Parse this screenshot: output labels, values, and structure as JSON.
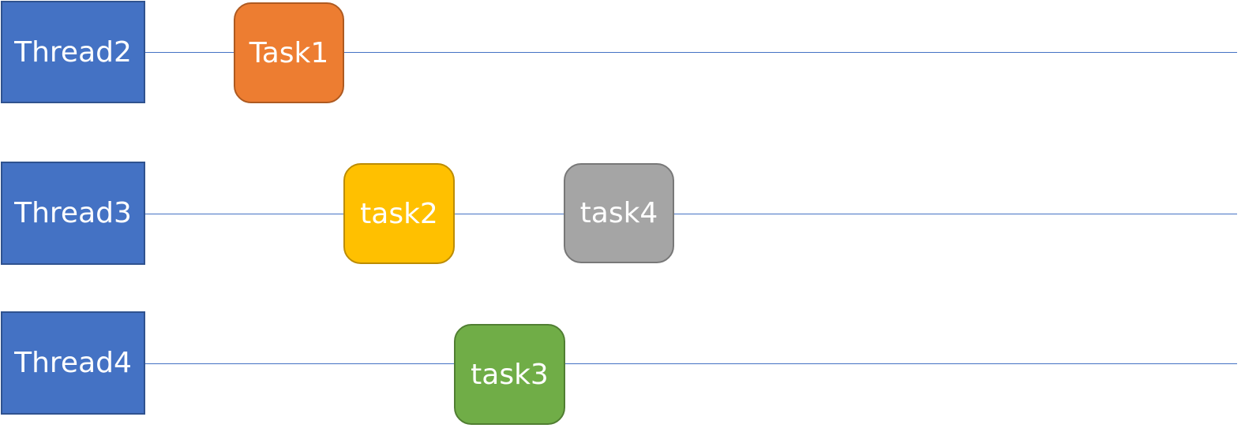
{
  "colors": {
    "thread_fill": "#4472c4",
    "thread_border": "#2f528f",
    "timeline": "#4472c4",
    "task1": "#ed7d31",
    "task2": "#ffc000",
    "task3": "#70ad47",
    "task4": "#a5a5a5"
  },
  "threads": [
    {
      "label": "Thread2"
    },
    {
      "label": "Thread3"
    },
    {
      "label": "Thread4"
    }
  ],
  "tasks": [
    {
      "label": "Task1",
      "thread": "Thread2"
    },
    {
      "label": "task2",
      "thread": "Thread3"
    },
    {
      "label": "task4",
      "thread": "Thread3"
    },
    {
      "label": "task3",
      "thread": "Thread4"
    }
  ]
}
